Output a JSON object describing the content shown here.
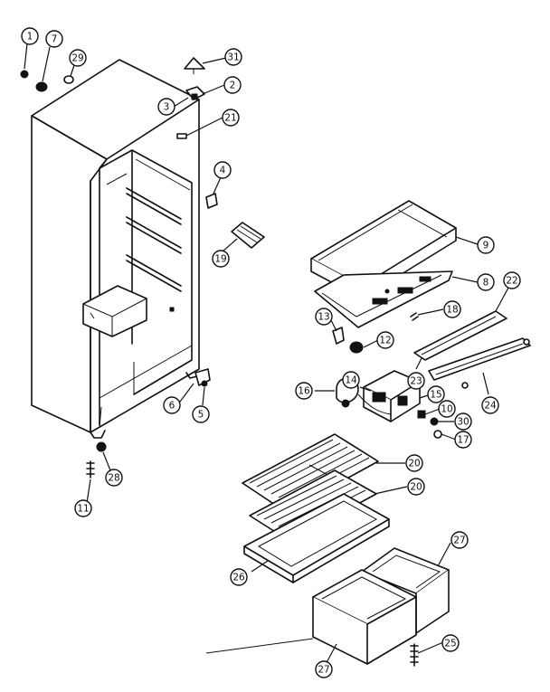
{
  "diagram": {
    "callouts": [
      {
        "id": "c1",
        "label": "1"
      },
      {
        "id": "c7",
        "label": "7"
      },
      {
        "id": "c29",
        "label": "29"
      },
      {
        "id": "c31",
        "label": "31"
      },
      {
        "id": "c2",
        "label": "2"
      },
      {
        "id": "c3",
        "label": "3"
      },
      {
        "id": "c21",
        "label": "21"
      },
      {
        "id": "c4",
        "label": "4"
      },
      {
        "id": "c19",
        "label": "19"
      },
      {
        "id": "c9",
        "label": "9"
      },
      {
        "id": "c8",
        "label": "8"
      },
      {
        "id": "c22",
        "label": "22"
      },
      {
        "id": "c18",
        "label": "18"
      },
      {
        "id": "c13",
        "label": "13"
      },
      {
        "id": "c12",
        "label": "12"
      },
      {
        "id": "c23",
        "label": "23"
      },
      {
        "id": "c24",
        "label": "24"
      },
      {
        "id": "c16",
        "label": "16"
      },
      {
        "id": "c14",
        "label": "14"
      },
      {
        "id": "c15",
        "label": "15"
      },
      {
        "id": "c10",
        "label": "10"
      },
      {
        "id": "c30",
        "label": "30"
      },
      {
        "id": "c17",
        "label": "17"
      },
      {
        "id": "c6",
        "label": "6"
      },
      {
        "id": "c5",
        "label": "5"
      },
      {
        "id": "c28",
        "label": "28"
      },
      {
        "id": "c11",
        "label": "11"
      },
      {
        "id": "c20a",
        "label": "20"
      },
      {
        "id": "c20b",
        "label": "20"
      },
      {
        "id": "c26",
        "label": "26"
      },
      {
        "id": "c27a",
        "label": "27"
      },
      {
        "id": "c27b",
        "label": "27"
      },
      {
        "id": "c25",
        "label": "25"
      }
    ]
  }
}
